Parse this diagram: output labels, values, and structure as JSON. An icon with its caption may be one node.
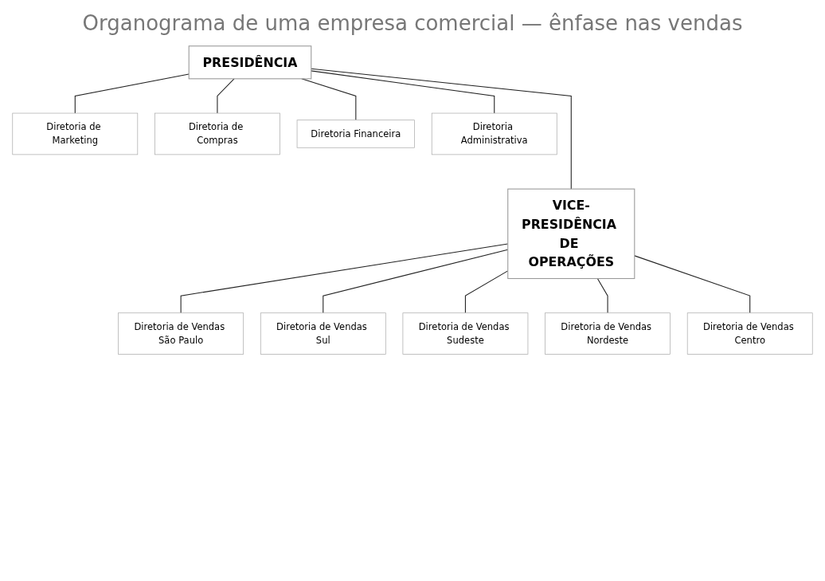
{
  "diagram": {
    "title": "Organograma de uma empresa comercial — ênfase nas vendas",
    "nodes": [
      {
        "text": [
          "PRESIDÊNCIA"
        ]
      },
      {
        "text": [
          "Diretoria de Marketing"
        ]
      },
      {
        "text": [
          "Diretoria de Compras"
        ]
      },
      {
        "text": [
          "Diretoria Financeira"
        ]
      },
      {
        "text": [
          "Diretoria Administrativa"
        ]
      },
      {
        "text": [
          "VICE-PRESIDÊNCIA DE OPERAÇÕES"
        ]
      },
      {
        "text": [
          "Diretoria de Vendas São Paulo"
        ]
      },
      {
        "text": [
          "Diretoria de Vendas Sul"
        ]
      },
      {
        "text": [
          "Diretoria de Vendas Sudeste"
        ]
      },
      {
        "text": [
          "Diretoria de Vendas Nordeste"
        ]
      },
      {
        "text": [
          "Diretoria de Vendas Centro"
        ]
      }
    ],
    "edges": [
      {
        "from": 0,
        "to": 1,
        "arrow": "none"
      },
      {
        "from": 0,
        "to": 2,
        "arrow": "none"
      },
      {
        "from": 0,
        "to": 3,
        "arrow": "none"
      },
      {
        "from": 0,
        "to": 4,
        "arrow": "none"
      },
      {
        "from": 0,
        "to": 5,
        "arrow": "none"
      },
      {
        "from": 5,
        "to": 6,
        "arrow": "none"
      },
      {
        "from": 5,
        "to": 7,
        "arrow": "none"
      },
      {
        "from": 5,
        "to": 8,
        "arrow": "none"
      },
      {
        "from": 5,
        "to": 9,
        "arrow": "none"
      },
      {
        "from": 5,
        "to": 10,
        "arrow": "none"
      }
    ]
  }
}
